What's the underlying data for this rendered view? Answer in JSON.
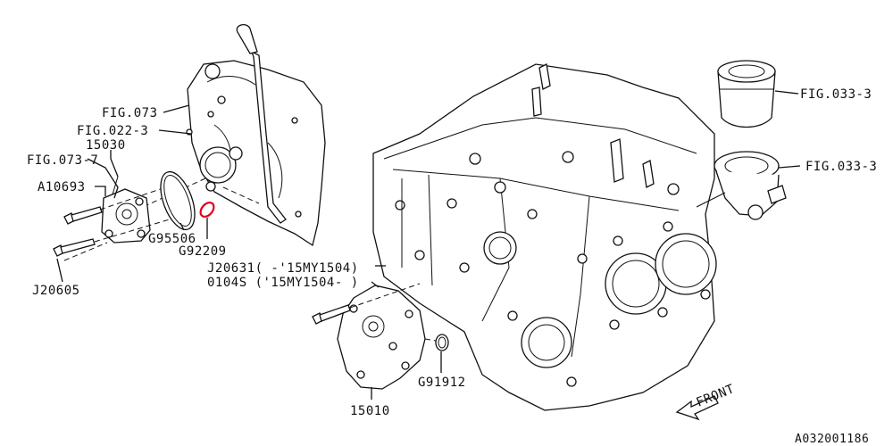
{
  "labels": {
    "fig073_top": "FIG.073",
    "fig022": "FIG.022-3",
    "p15030": "15030",
    "fig073_left": "FIG.073-7",
    "a10693": "A10693",
    "g95506": "G95506",
    "g92209": "G92209",
    "j20605": "J20605",
    "j20631": "J20631( -'15MY1504)",
    "p0104s": "0104S  ('15MY1504- )",
    "g91912": "G91912",
    "p15010": "15010",
    "fig033_top": "FIG.033-3",
    "fig033_mid": "FIG.033-3",
    "front": "FRONT",
    "diagram_code": "A032001186"
  },
  "colors": {
    "line": "#111111",
    "highlight": "#e0001a",
    "background": "#ffffff"
  }
}
